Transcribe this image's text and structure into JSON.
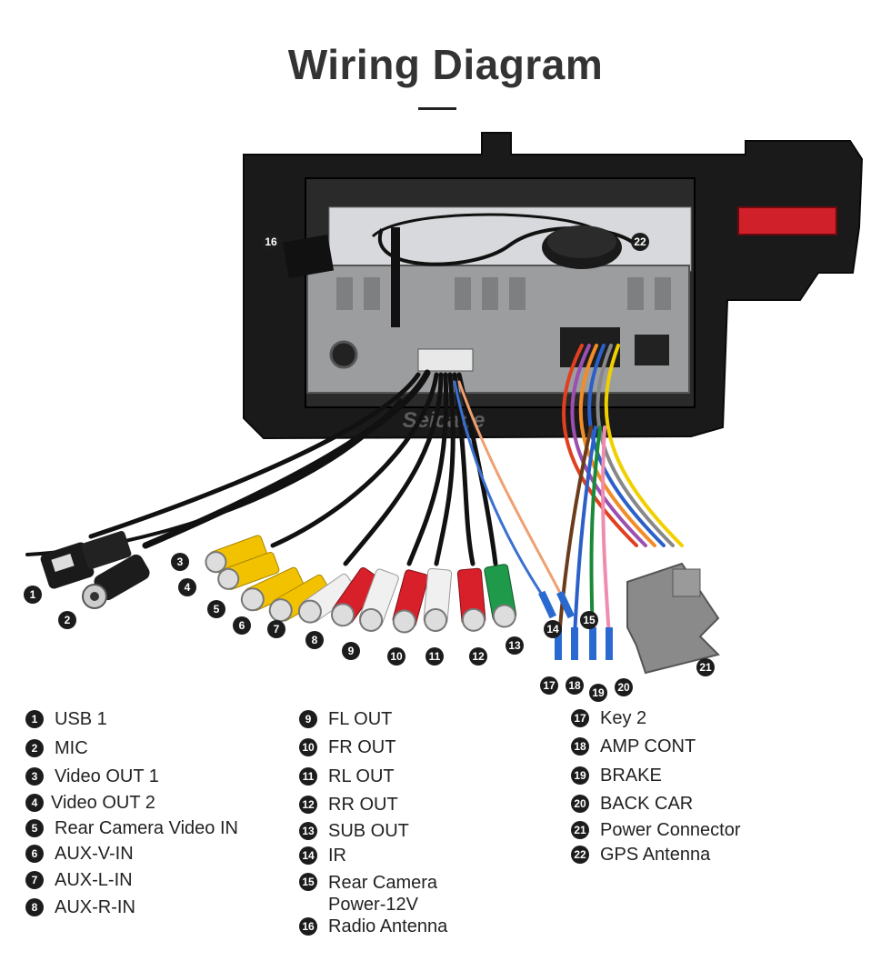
{
  "title": "Wiring Diagram",
  "watermark": "Seicane",
  "legend": [
    {
      "num": "1",
      "label": "USB 1"
    },
    {
      "num": "2",
      "label": "MIC"
    },
    {
      "num": "3",
      "label": "Video OUT 1"
    },
    {
      "num": "4",
      "label": "Video OUT 2"
    },
    {
      "num": "5",
      "label": "Rear Camera Video IN"
    },
    {
      "num": "6",
      "label": "AUX-V-IN"
    },
    {
      "num": "7",
      "label": "AUX-L-IN"
    },
    {
      "num": "8",
      "label": "AUX-R-IN"
    },
    {
      "num": "9",
      "label": "FL OUT"
    },
    {
      "num": "10",
      "label": "FR OUT"
    },
    {
      "num": "11",
      "label": "RL OUT"
    },
    {
      "num": "12",
      "label": "RR OUT"
    },
    {
      "num": "13",
      "label": "SUB OUT"
    },
    {
      "num": "14",
      "label": "IR"
    },
    {
      "num": "15",
      "label": "Rear Camera Power-12V"
    },
    {
      "num": "16",
      "label": "Radio Antenna"
    },
    {
      "num": "17",
      "label": "Key 2"
    },
    {
      "num": "18",
      "label": "AMP CONT"
    },
    {
      "num": "19",
      "label": "BRAKE"
    },
    {
      "num": "20",
      "label": "BACK CAR"
    },
    {
      "num": "21",
      "label": "Power Connector"
    },
    {
      "num": "22",
      "label": "GPS Antenna"
    }
  ],
  "colors": {
    "frame": "#1a1a1a",
    "chassis": "#9a9a9a",
    "yellow_rca": "#f2c200",
    "red_rca": "#d8202a",
    "white_rca": "#f0f0f0",
    "green_rca": "#1f9a4a",
    "connector_gray": "#8a8a8a",
    "reflector": "#d0202a"
  }
}
